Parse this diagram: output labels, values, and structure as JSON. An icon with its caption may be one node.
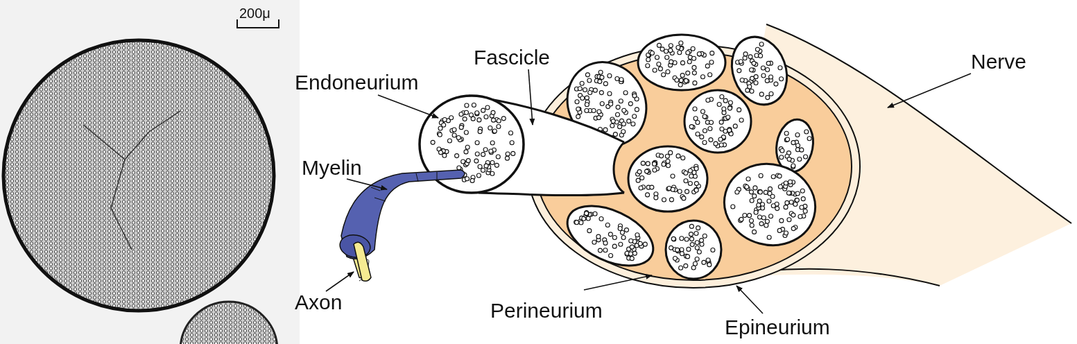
{
  "diagram": {
    "nodes": [
      {
        "text": [
          "Fascicle"
        ]
      },
      {
        "text": [
          "Endoneurium"
        ]
      },
      {
        "text": [
          "Nerve"
        ]
      },
      {
        "text": [
          "Myelin"
        ]
      },
      {
        "text": [
          "Axon"
        ]
      },
      {
        "text": [
          "Perineurium"
        ]
      },
      {
        "text": [
          "Epineurium"
        ]
      }
    ],
    "edges": [
      {
        "from": 0,
        "to": null,
        "arrow": "to"
      },
      {
        "from": 1,
        "to": null,
        "arrow": "to"
      },
      {
        "from": 2,
        "to": null,
        "arrow": "to"
      },
      {
        "from": 3,
        "to": null,
        "arrow": "to"
      },
      {
        "from": 4,
        "to": null,
        "arrow": "to"
      },
      {
        "from": 5,
        "to": null,
        "arrow": "to"
      },
      {
        "from": 6,
        "to": null,
        "arrow": "to"
      }
    ],
    "labels": [
      "200μ"
    ]
  }
}
